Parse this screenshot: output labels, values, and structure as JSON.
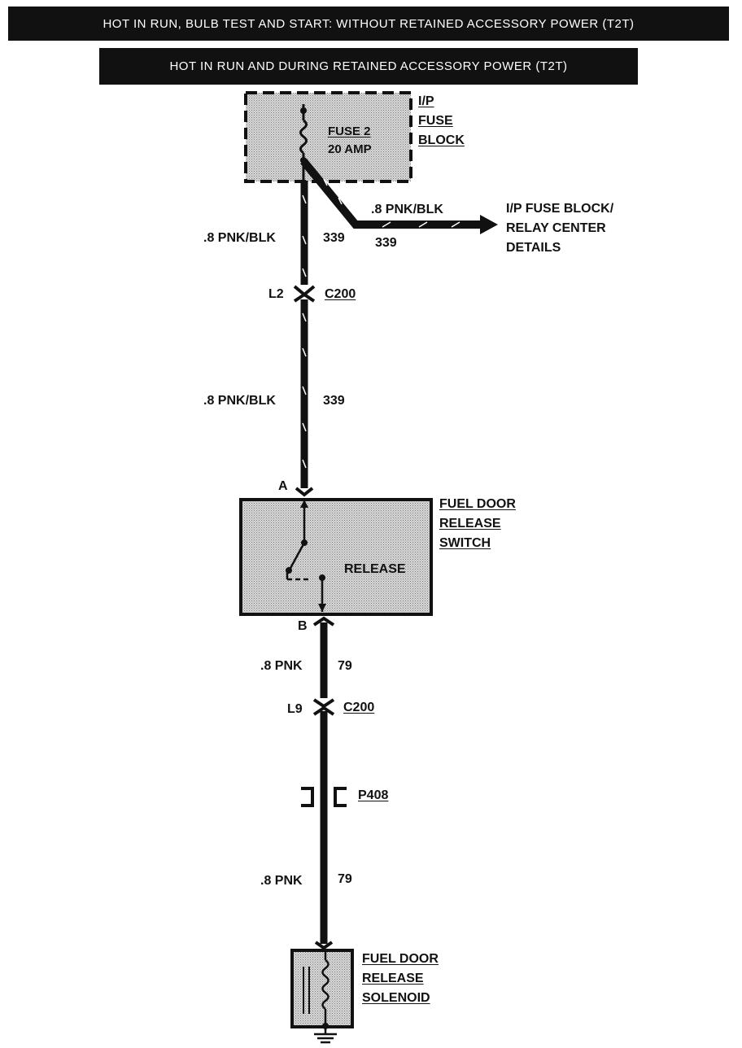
{
  "header": {
    "banner1": "HOT IN RUN, BULB TEST AND START: WITHOUT RETAINED ACCESSORY POWER (T2T)",
    "banner2": "HOT IN RUN AND DURING RETAINED ACCESSORY POWER (T2T)"
  },
  "fuse_block": {
    "title_lines": [
      "I/P",
      "FUSE",
      "BLOCK"
    ],
    "fuse_name": "FUSE 2",
    "fuse_rating": "20 AMP"
  },
  "branch": {
    "wire_label": ".8 PNK/BLK",
    "circuit": "339",
    "destination_lines": [
      "I/P FUSE BLOCK/",
      "RELAY CENTER",
      "DETAILS"
    ]
  },
  "wires": {
    "upper1": {
      "label": ".8 PNK/BLK",
      "circuit": "339"
    },
    "upper2": {
      "label": ".8 PNK/BLK",
      "circuit": "339"
    },
    "lower1": {
      "label": ".8 PNK",
      "circuit": "79"
    },
    "lower2": {
      "label": ".8 PNK",
      "circuit": "79"
    }
  },
  "connectors": {
    "c200_top": {
      "pin": "L2",
      "name": "C200"
    },
    "c200_bottom": {
      "pin": "L9",
      "name": "C200"
    },
    "p408": {
      "name": "P408"
    },
    "switch_pin_a": "A",
    "switch_pin_b": "B"
  },
  "switch": {
    "title_lines": [
      "FUEL DOOR",
      "RELEASE",
      "SWITCH"
    ],
    "position_label": "RELEASE"
  },
  "solenoid": {
    "title_lines": [
      "FUEL DOOR",
      "RELEASE",
      "SOLENOID"
    ]
  }
}
